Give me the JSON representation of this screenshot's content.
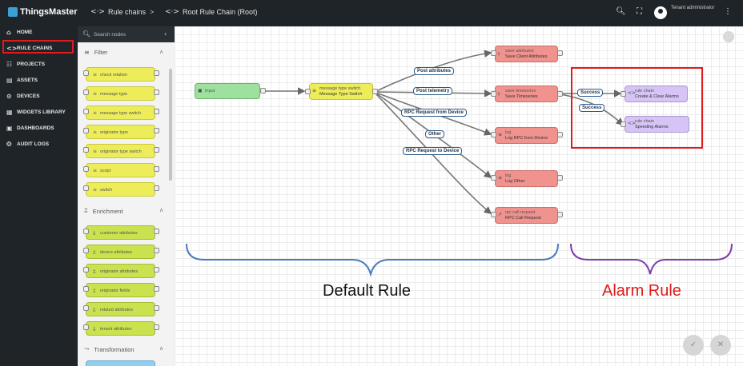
{
  "app": {
    "logo_text": "ThingsMaster"
  },
  "breadcrumb": {
    "first": "Rule chains",
    "separator": ">",
    "second": "Root Rule Chain (Root)"
  },
  "header": {
    "user_label": "Tenant administrator"
  },
  "sidebar": {
    "items": [
      {
        "label": "HOME",
        "icon": "home-icon"
      },
      {
        "label": "RULE CHAINS",
        "icon": "rule-chain-icon"
      },
      {
        "label": "PROJECTS",
        "icon": "projects-icon"
      },
      {
        "label": "ASSETS",
        "icon": "assets-icon"
      },
      {
        "label": "DEVICES",
        "icon": "devices-icon"
      },
      {
        "label": "WIDGETS LIBRARY",
        "icon": "widgets-icon"
      },
      {
        "label": "DASHBOARDS",
        "icon": "dashboards-icon"
      },
      {
        "label": "AUDIT LOGS",
        "icon": "audit-logs-icon"
      }
    ]
  },
  "library": {
    "search_placeholder": "Search nodes",
    "filter": {
      "title": "Filter",
      "nodes": [
        "check relation",
        "message type",
        "message type switch",
        "originator type",
        "originator type switch",
        "script",
        "switch"
      ]
    },
    "enrichment": {
      "title": "Enrichment",
      "nodes": [
        "customer attributes",
        "device attributes",
        "originator attributes",
        "originator fields",
        "related attributes",
        "tenant attributes"
      ]
    },
    "transformation": {
      "title": "Transformation"
    }
  },
  "canvas": {
    "nodes": {
      "input": {
        "label": "Input"
      },
      "switch": {
        "type": "message type switch",
        "name": "Message Type Switch"
      },
      "save_attr": {
        "type": "save attributes",
        "name": "Save Client Attributes"
      },
      "save_ts": {
        "type": "save timeseries",
        "name": "Save Timeseries"
      },
      "log_rpc": {
        "type": "log",
        "name": "Log RPC from Device"
      },
      "log_other": {
        "type": "log",
        "name": "Log Other"
      },
      "rpc_call": {
        "type": "rpc call request",
        "name": "RPC Call Request"
      },
      "alarm1": {
        "type": "rule chain",
        "name": "Create & Clear Alarms"
      },
      "alarm2": {
        "type": "rule chain",
        "name": "Speeding Alarms"
      }
    },
    "edge_labels": {
      "post_attributes": "Post attributes",
      "post_telemetry": "Post telemetry",
      "rpc_from_device": "RPC Request from Device",
      "other": "Other",
      "rpc_to_device": "RPC Request to Device",
      "success1": "Success",
      "success2": "Success"
    },
    "annotations": {
      "default_rule": "Default Rule",
      "alarm_rule": "Alarm Rule"
    },
    "colors": {
      "bracket_default": "#4a7bbf",
      "bracket_alarm": "#7d3fae",
      "alarm_text": "#e01b1b",
      "highlight": "#e01b1b"
    }
  }
}
